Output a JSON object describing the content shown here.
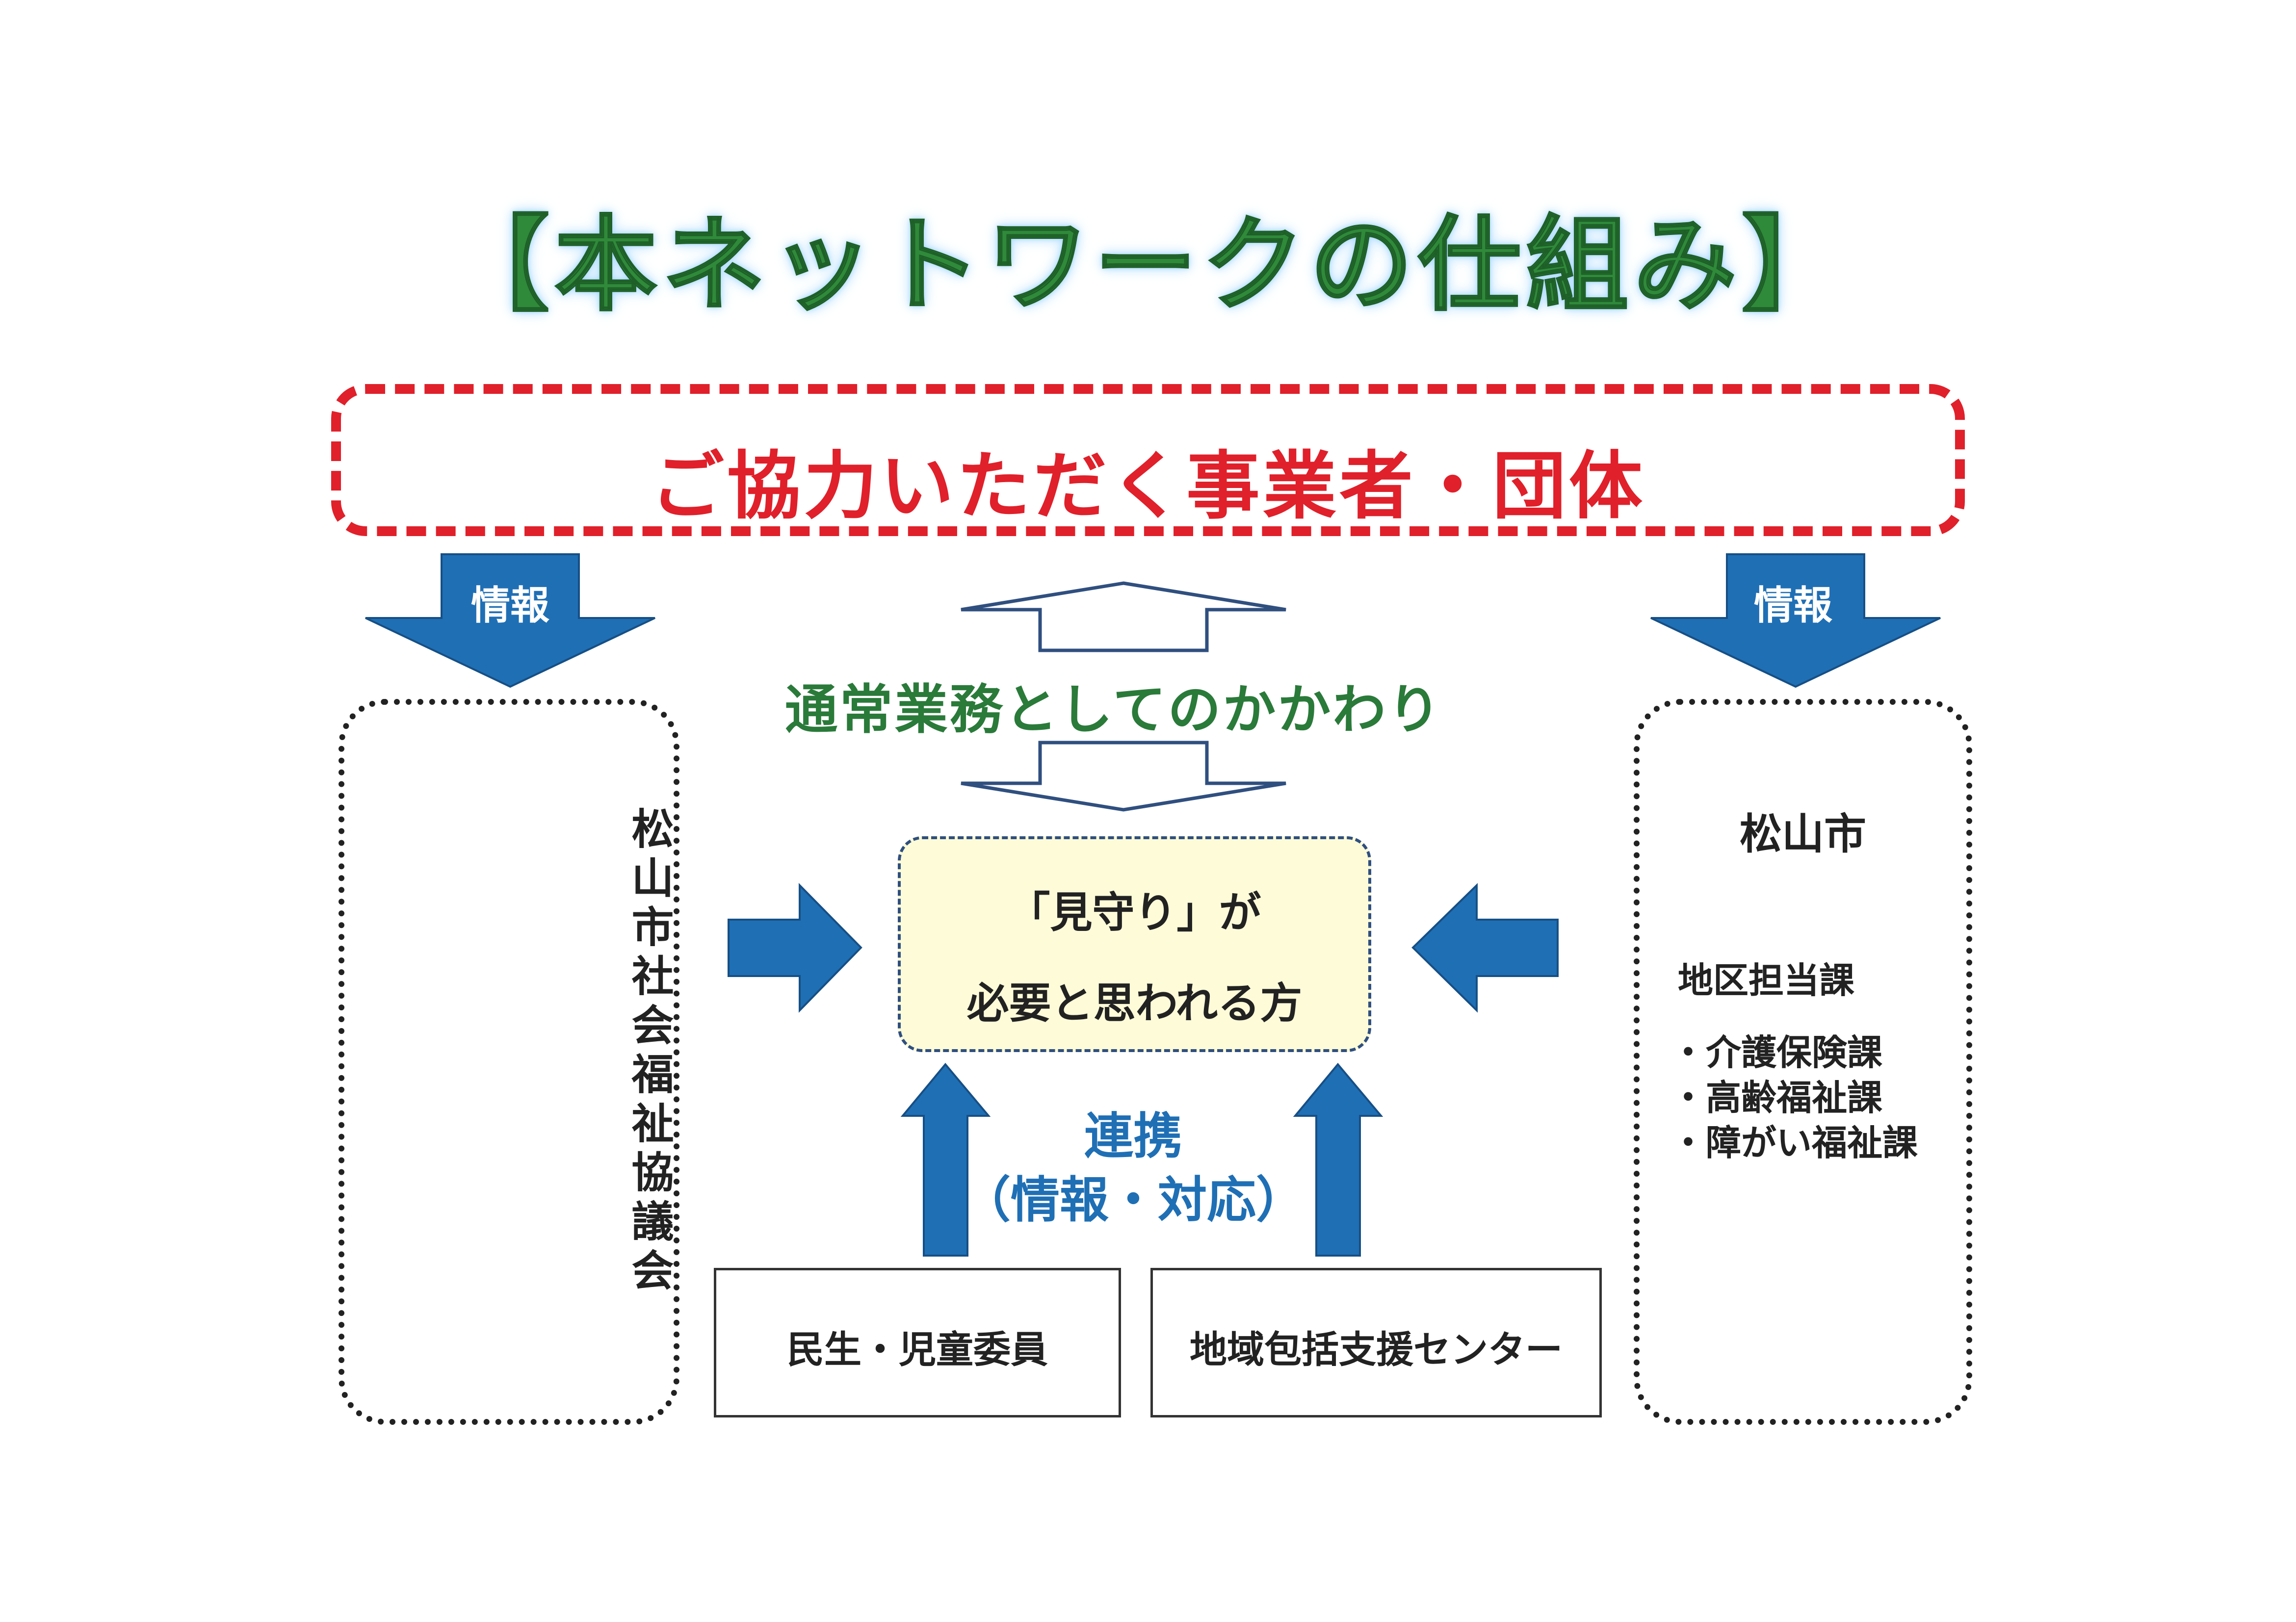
{
  "title": "【本ネットワークの仕組み】",
  "partners": {
    "label": "ご協力いただく事業者・団体"
  },
  "arrows": {
    "left_info": "情報",
    "right_info": "情報"
  },
  "relation_label": "通常業務としてのかかわり",
  "left_org": {
    "name": "松山市社会福祉協議会"
  },
  "right_org": {
    "title": "松山市",
    "subtitle": "地区担当課",
    "depts": [
      "・介護保険課",
      "・高齢福祉課",
      "・障がい福祉課"
    ]
  },
  "target": {
    "line1": "「見守り」が",
    "line2": "必要と思われる方"
  },
  "collaboration": {
    "line1": "連携",
    "line2": "（情報・対応）"
  },
  "bottom": {
    "minsei": "民生・児童委員",
    "chiiki": "地域包括支援センター"
  },
  "colors": {
    "title_green": "#2f8a3a",
    "partner_red": "#e0202a",
    "arrow_blue": "#1f6fb5",
    "relation_green": "#2a7a3a",
    "target_fill": "#fdfbd8"
  }
}
